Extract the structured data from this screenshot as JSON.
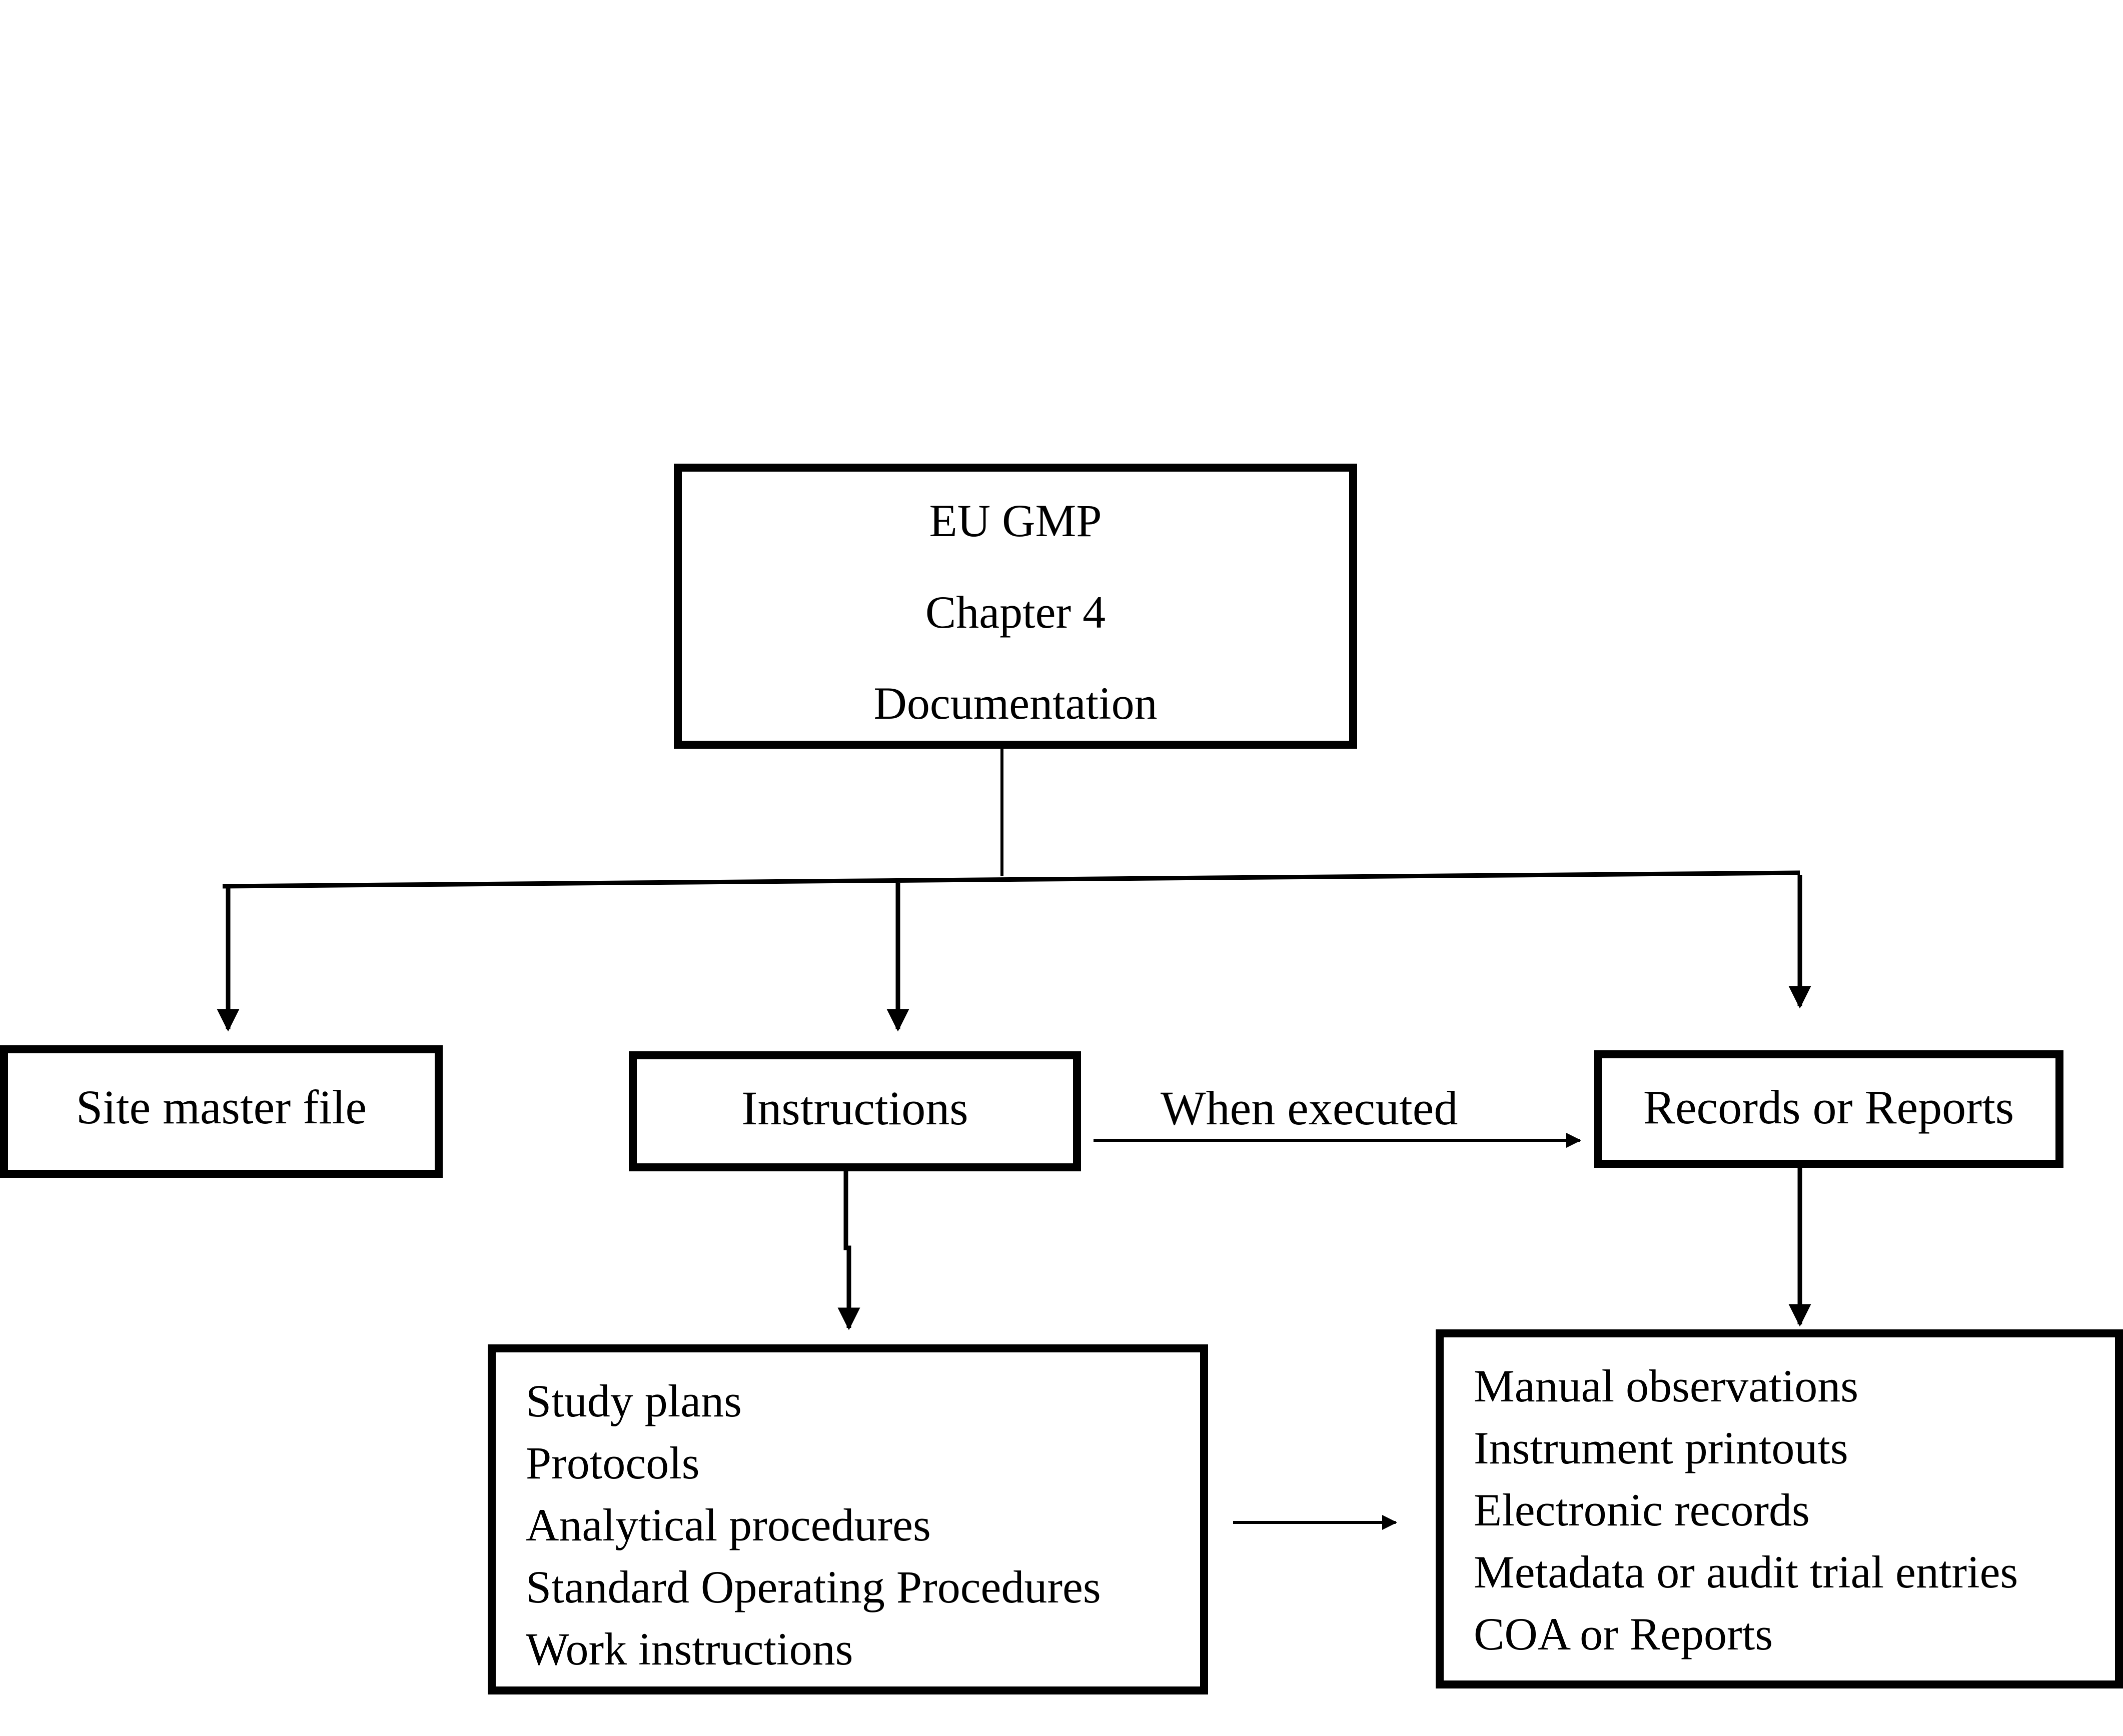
{
  "root": {
    "lines": [
      "EU GMP",
      "Chapter 4",
      "Documentation"
    ]
  },
  "branches": {
    "site_master_file": "Site master file",
    "instructions": "Instructions",
    "records": "Records or Reports"
  },
  "connector_label": "When executed",
  "instruction_items": [
    "Study plans",
    "Protocols",
    "Analytical procedures",
    "Standard Operating Procedures",
    "Work instructions"
  ],
  "record_items": [
    "Manual observations",
    "Instrument printouts",
    "Electronic records",
    "Metadata or audit trial entries",
    "COA or Reports"
  ]
}
